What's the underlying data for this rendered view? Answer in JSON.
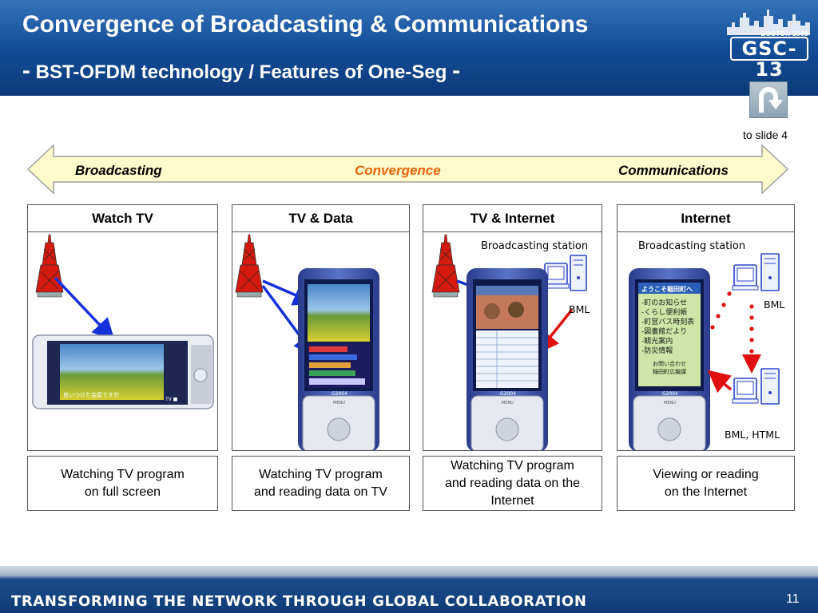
{
  "header": {
    "title": "Convergence of Broadcasting & Communications",
    "subtitle_dash_left": "-",
    "subtitle": "BST-OFDM technology / Features of One-Seg",
    "subtitle_dash_right": "-",
    "logo_year": "BOSTON 2008",
    "logo_name": "GSC-13"
  },
  "nav": {
    "back_icon": "u-turn-arrow-icon",
    "back_label": "to slide 4"
  },
  "band": {
    "left": "Broadcasting",
    "center": "Convergence",
    "right": "Communications"
  },
  "panels": [
    {
      "title": "Watch TV",
      "caption_line1": "Watching TV program",
      "caption_line2": "on full screen",
      "screen_text": "良いつけた会屋ですが",
      "screen_corner": "TV ■"
    },
    {
      "title": "TV & Data",
      "caption_line1": "Watching TV program",
      "caption_line2": "and reading data on TV",
      "phone_label": "G2004",
      "menu_label": "MENU"
    },
    {
      "title": "TV & Internet",
      "station_label": "Broadcasting station",
      "bml_label": "BML",
      "caption_line1": "Watching TV program",
      "caption_line2": "and reading data on the",
      "caption_line3": "Internet",
      "phone_label": "G2004",
      "menu_label": "MENU"
    },
    {
      "title": "Internet",
      "station_label": "Broadcasting station",
      "bml_label": "BML",
      "bml_html_label": "BML, HTML",
      "caption_line1": "Viewing or reading",
      "caption_line2": "on the Internet",
      "phone_label": "G2004",
      "menu_label": "MENU",
      "screen_header": "ようこそ稲田町へ",
      "screen_lines": [
        "-町のお知らせ",
        "-くらし便利帳",
        "-町営バス時刻表",
        "-図書館だより",
        "-観光案内",
        "-防災情報"
      ],
      "screen_footer1": "お問い合わせ",
      "screen_footer2": "稲田町広報課"
    }
  ],
  "footer": {
    "tagline": "TRANSFORMING THE NETWORK THROUGH GLOBAL COLLABORATION",
    "page_number": "11"
  },
  "colors": {
    "header_blue": "#124b94",
    "band_yellow": "#fffbcc",
    "convergence_orange": "#e8620a",
    "tower_red": "#d41a0e",
    "arrow_blue": "#1631d9",
    "arrow_red": "#e01010"
  }
}
